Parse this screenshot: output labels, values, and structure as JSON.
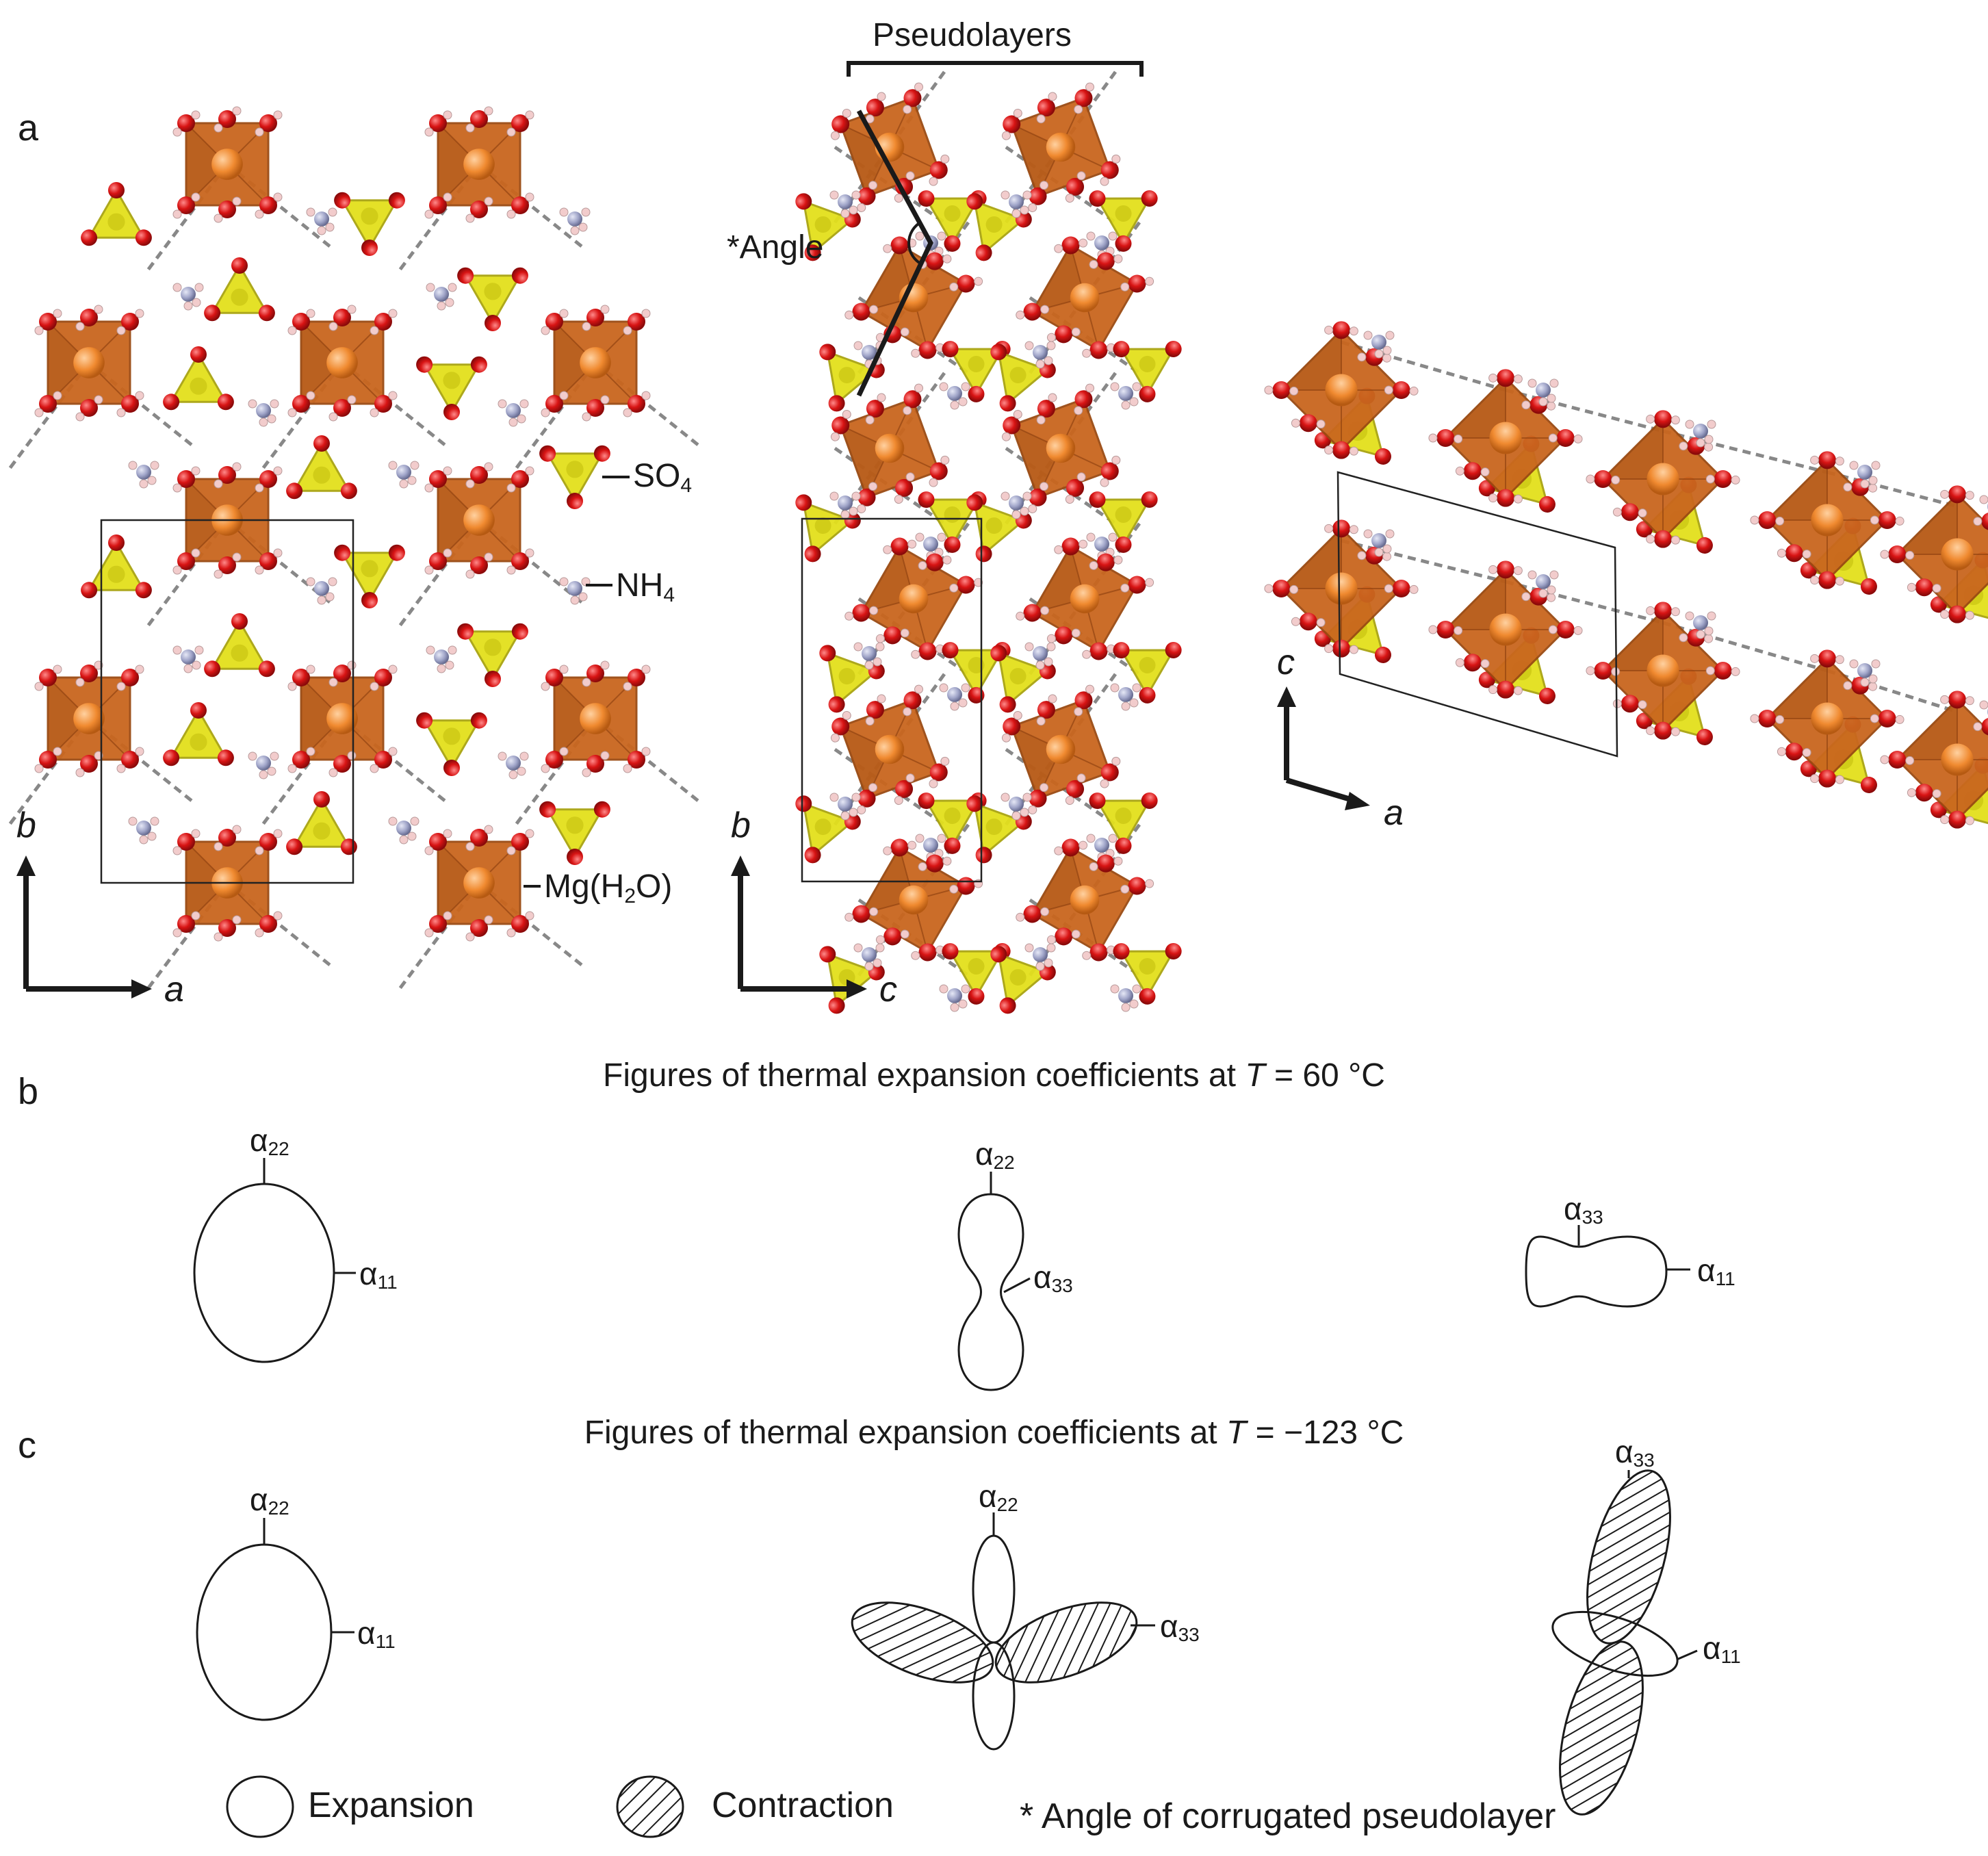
{
  "panels": {
    "a": {
      "letter": "a"
    },
    "b": {
      "letter": "b",
      "title": "Figures of thermal expansion coefficients at ",
      "T": "T",
      "tail": " = 60 °C"
    },
    "c": {
      "letter": "c",
      "title": "Figures of thermal expansion coefficients at ",
      "T": "T",
      "tail": " = −123 °C"
    }
  },
  "structure": {
    "pseudolayers_label": "Pseudolayers",
    "angle_label": "*Angle",
    "species": {
      "so4": {
        "main": "SO",
        "sub": "4"
      },
      "nh4": {
        "main": "NH",
        "sub": "4"
      },
      "mg": {
        "pre": "Mg(H",
        "sub": "2",
        "post": "O)"
      }
    },
    "axes": {
      "v1": {
        "vertical": "b",
        "horizontal": "a"
      },
      "v2": {
        "vertical": "b",
        "horizontal": "c"
      },
      "v3": {
        "vertical": "c",
        "horizontal": "a"
      }
    }
  },
  "alpha_labels": {
    "b1": [
      {
        "sym": "α",
        "sub": "22"
      },
      {
        "sym": "α",
        "sub": "11"
      }
    ],
    "b2": [
      {
        "sym": "α",
        "sub": "22"
      },
      {
        "sym": "α",
        "sub": "33"
      }
    ],
    "b3": [
      {
        "sym": "α",
        "sub": "33"
      },
      {
        "sym": "α",
        "sub": "11"
      }
    ],
    "c1": [
      {
        "sym": "α",
        "sub": "22"
      },
      {
        "sym": "α",
        "sub": "11"
      }
    ],
    "c2": [
      {
        "sym": "α",
        "sub": "22"
      },
      {
        "sym": "α",
        "sub": "33"
      }
    ],
    "c3": [
      {
        "sym": "α",
        "sub": "33"
      },
      {
        "sym": "α",
        "sub": "11"
      }
    ]
  },
  "legend": {
    "expansion": "Expansion",
    "contraction": "Contraction",
    "angle_note": "* Angle of corrugated pseudolayer"
  },
  "colors": {
    "octahedron": "#c9661e",
    "octahedron_dark": "#9a4a12",
    "tetrahedron": "#e3e01c",
    "oxygen": "#d81414",
    "nitrogen": "#9fa4c8",
    "hydrogen": "#f2cccc",
    "hbond": "#888888"
  }
}
